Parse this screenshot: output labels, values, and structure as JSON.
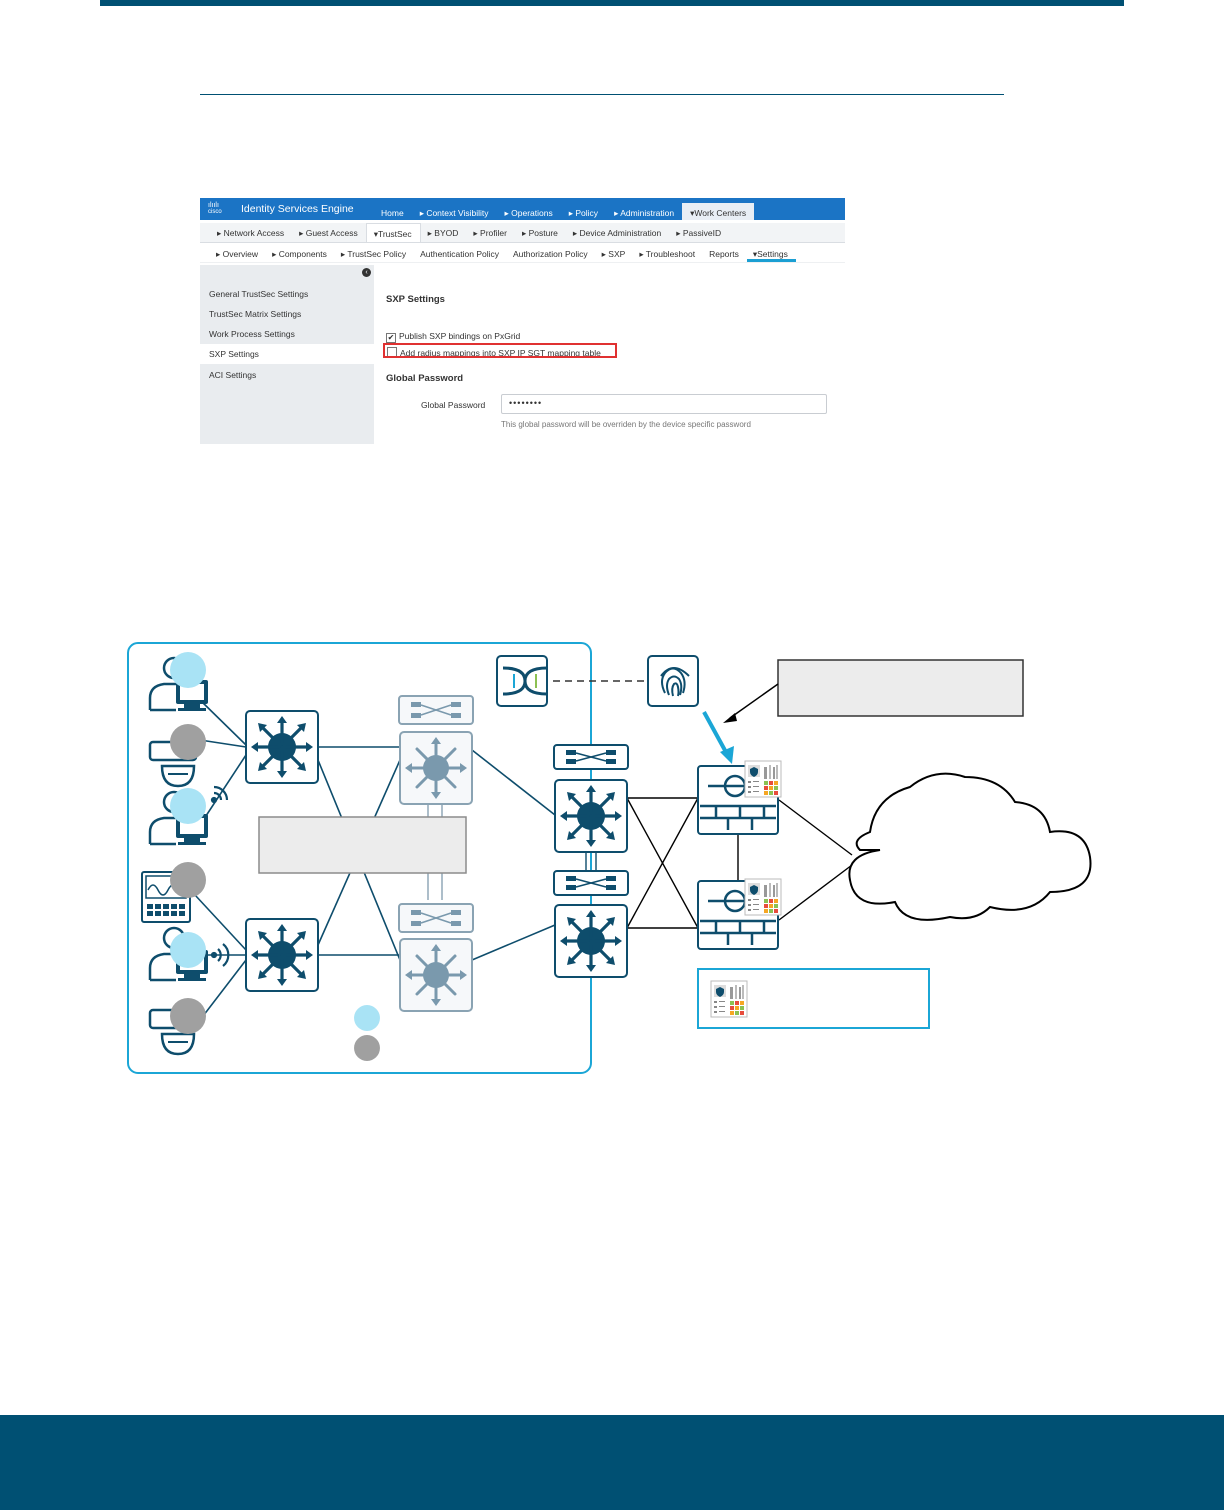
{
  "ise": {
    "logo_text": "cisco",
    "product_title": "Identity Services Engine",
    "top_tabs": [
      {
        "label": "Home",
        "active": false
      },
      {
        "label": "▸ Context Visibility",
        "active": false
      },
      {
        "label": "▸ Operations",
        "active": false
      },
      {
        "label": "▸ Policy",
        "active": false
      },
      {
        "label": "▸ Administration",
        "active": false
      },
      {
        "label": "▾Work Centers",
        "active": true
      }
    ],
    "sub_tabs": [
      {
        "label": "▸ Network Access",
        "active": false
      },
      {
        "label": "▸ Guest Access",
        "active": false
      },
      {
        "label": "▾TrustSec",
        "active": true
      },
      {
        "label": "▸ BYOD",
        "active": false
      },
      {
        "label": "▸ Profiler",
        "active": false
      },
      {
        "label": "▸ Posture",
        "active": false
      },
      {
        "label": "▸ Device Administration",
        "active": false
      },
      {
        "label": "▸ PassiveID",
        "active": false
      }
    ],
    "third_tabs": [
      {
        "label": "▸ Overview",
        "active": false
      },
      {
        "label": "▸ Components",
        "active": false
      },
      {
        "label": "▸ TrustSec Policy",
        "active": false
      },
      {
        "label": "Authentication Policy",
        "active": false
      },
      {
        "label": "Authorization Policy",
        "active": false
      },
      {
        "label": "▸ SXP",
        "active": false
      },
      {
        "label": "▸ Troubleshoot",
        "active": false
      },
      {
        "label": "Reports",
        "active": false
      },
      {
        "label": "▾Settings",
        "active": true
      }
    ],
    "sidebar": {
      "collapse_glyph": "‹",
      "items": [
        {
          "label": "General TrustSec Settings",
          "active": false
        },
        {
          "label": "TrustSec Matrix Settings",
          "active": false
        },
        {
          "label": "Work Process Settings",
          "active": false
        },
        {
          "label": "SXP Settings",
          "active": true
        },
        {
          "label": "ACI Settings",
          "active": false
        }
      ]
    },
    "main": {
      "section_title": "SXP Settings",
      "publish_checkbox": {
        "label": "Publish SXP bindings on PxGrid",
        "checked": true,
        "mark": "✔"
      },
      "radius_checkbox": {
        "label": "Add radius mappings into SXP IP SGT mapping table",
        "checked": false,
        "mark": ""
      },
      "global_password_title": "Global Password",
      "password_label": "Global Password",
      "password_value": "••••••••",
      "password_help": "This global password will be overriden by the device specific password"
    }
  },
  "diagram": {
    "colors": {
      "frame": "#1ba6d6",
      "switch_dark": "#0e4d6c",
      "switch_light": "#7a99ad",
      "light_blue_tag": "#a9e3f5",
      "gray_tag": "#a0a0a0",
      "arrow_blue": "#1ba6d6"
    },
    "icons": [
      "dna-center-icon",
      "ise-fingerprint-icon",
      "firewall-icon",
      "policy-table-icon",
      "cloud-icon",
      "user-workstation-icon",
      "camera-icon",
      "medical-monitor-icon",
      "wireless-icon",
      "core-switch-icon",
      "distribution-switch-icon",
      "chassis-icon"
    ]
  }
}
